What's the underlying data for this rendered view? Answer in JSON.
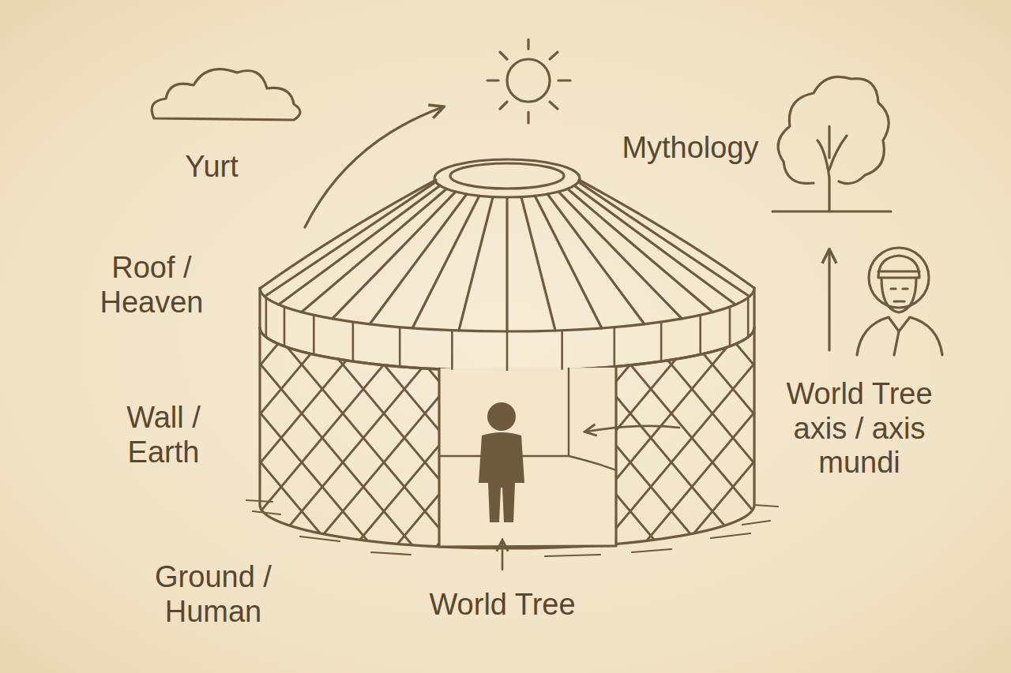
{
  "diagram": {
    "labels": [
      "Yurt",
      "Mythology",
      "Roof / Heaven",
      "Wall / Earth",
      "World Tree axis / axis mundi",
      "Ground / Human",
      "World Tree"
    ]
  }
}
